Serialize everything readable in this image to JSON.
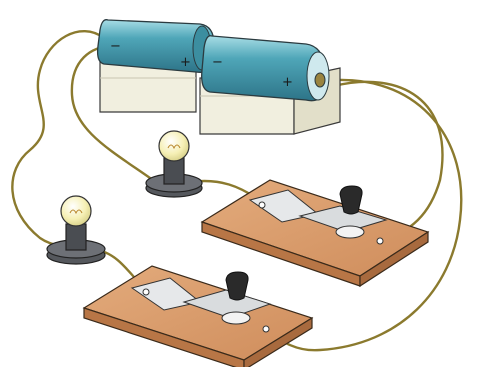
{
  "batteries": [
    {
      "negative_label": "−",
      "positive_label": "+"
    },
    {
      "negative_label": "−",
      "positive_label": "+"
    }
  ],
  "colors": {
    "battery_body": "#3f93a6",
    "battery_highlight": "#8fd0dc",
    "battery_holder": "#f1efdf",
    "wire": "#8b7a2e",
    "switch_board": "#d79a6a",
    "switch_metal": "#d9dcde",
    "knob": "#2a2a2a",
    "bulb_glass": "#f4eeb0",
    "bulb_base": "#4a4d52"
  },
  "components": [
    "battery-left",
    "battery-right",
    "bulb-upper",
    "bulb-lower",
    "switch-upper",
    "switch-lower"
  ]
}
